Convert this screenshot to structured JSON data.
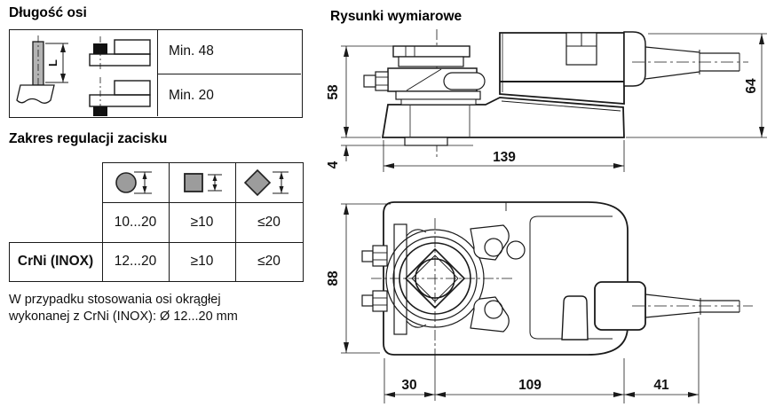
{
  "colors": {
    "line": "#1a1a1a",
    "symbol_gray": "#9c9c9c",
    "shaft_gray": "#b4b4b4",
    "background": "#ffffff"
  },
  "shaft_length_section": {
    "title": "Długość osi",
    "shaft_dim_label": "L",
    "rows": [
      {
        "value": "Min. 48"
      },
      {
        "value": "Min. 20"
      }
    ]
  },
  "clamp_range_section": {
    "title": "Zakres regulacji zacisku",
    "symbols": [
      "round-shaft",
      "square-shaft",
      "diamond-shaft"
    ],
    "data_rows": [
      {
        "label": "",
        "circle": "10...20",
        "square": "≥10",
        "diamond": "≤20"
      },
      {
        "label": "CrNi (INOX)",
        "circle": "12...20",
        "square": "≥10",
        "diamond": "≤20"
      }
    ],
    "note_line1": "W przypadku stosowania osi okrągłej",
    "note_line2": "wykonanej z CrNi (INOX): Ø 12...20 mm"
  },
  "drawings_section": {
    "title": "Rysunki wymiarowe",
    "side_view": {
      "clamp_height": "58",
      "base_plate_offset": "4",
      "base_length": "139",
      "overall_height": "64"
    },
    "top_view": {
      "overall_width": "88",
      "edge_to_shaft": "30",
      "body_length": "109",
      "cable_gland_length": "41"
    }
  }
}
